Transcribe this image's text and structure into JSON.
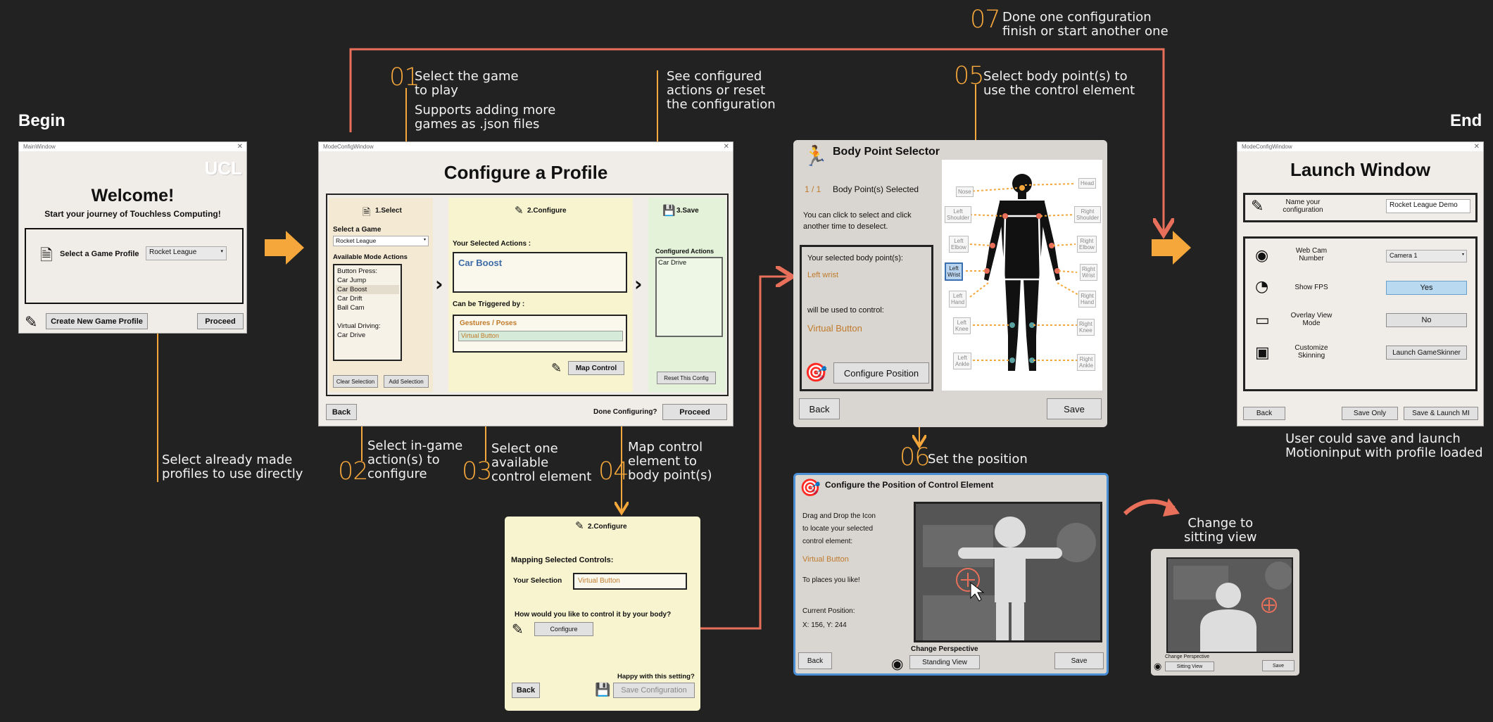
{
  "headings": {
    "begin": "Begin",
    "end": "End"
  },
  "steps": {
    "s01": {
      "num": "01",
      "text": "Select the game\nto play",
      "extra": "Supports adding more\ngames as .json files"
    },
    "s02": {
      "num": "02",
      "text": "Select in-game\naction(s) to\nconfigure"
    },
    "s03": {
      "num": "03",
      "text": "Select one\navailable\ncontrol element"
    },
    "s04": {
      "num": "04",
      "text": "Map control\nelement to\nbody point(s)"
    },
    "s05": {
      "num": "05",
      "text": "Select body point(s) to\nuse the control element"
    },
    "s06": {
      "num": "06",
      "text": "Set the position"
    },
    "s07": {
      "num": "07",
      "text": "Done one configuration\nfinish or start another one"
    },
    "see_configured": "See configured\nactions or reset\nthe configuration",
    "select_profiles": "Select already made\nprofiles to use directly",
    "user_save": "User could save and launch\nMotioninput with profile loaded",
    "change_sitting": "Change to\nsitting view"
  },
  "main": {
    "titlebar": "MainWindow",
    "logo": "UCL",
    "welcome": "Welcome!",
    "subtitle": "Start your journey of Touchless Computing!",
    "select_profile": "Select a Game Profile",
    "profile_value": "Rocket League",
    "create_btn": "Create New Game Profile",
    "proceed_btn": "Proceed"
  },
  "mode": {
    "titlebar": "ModeConfigWindow",
    "title": "Configure a Profile",
    "col1": "1.Select",
    "col2": "2.Configure",
    "col3": "3.Save",
    "select_game": "Select a Game",
    "game_value": "Rocket League",
    "available": "Available Mode Actions",
    "actions": [
      "Button Press:",
      "Car Jump",
      "Car Boost",
      "Car Drift",
      "Ball Cam",
      "",
      "Virtual Driving:",
      "Car Drive"
    ],
    "clear_btn": "Clear Selection",
    "add_btn": "Add Selection",
    "your_selected": "Your Selected Actions :",
    "selected_action": "Car Boost",
    "triggered": "Can be Triggered by :",
    "trig_group": "Gestures / Poses",
    "trig_item": "Virtual Button",
    "map_btn": "Map Control",
    "configured_label": "Configured Actions",
    "configured_item": "Car Drive",
    "reset_btn": "Reset This Config",
    "back_btn": "Back",
    "done_label": "Done Configuring?",
    "proceed_btn": "Proceed"
  },
  "body": {
    "title": "Body Point Selector",
    "count": "1 / 1",
    "count_label": "Body Point(s) Selected",
    "hint": "You can click to select and click\nanother time to deselect.",
    "your_selected": "Your selected body point(s):",
    "point": "Left wrist",
    "used_for": "will be used to control:",
    "control": "Virtual Button",
    "configure_btn": "Configure Position",
    "back_btn": "Back",
    "save_btn": "Save",
    "points": {
      "nose": "Nose",
      "head": "Head",
      "ls": "Left\nShoulder",
      "rs": "Right\nShoulder",
      "le": "Left\nElbow",
      "re": "Right\nElbow",
      "lw": "Left\nWrist",
      "rw": "Right\nWrist",
      "lh": "Left\nHand",
      "rh": "Right\nHand",
      "lk": "Left\nKnee",
      "rk": "Right\nKnee",
      "la": "Left\nAnkle",
      "ra": "Right\nAnkle"
    }
  },
  "launch": {
    "titlebar": "ModeConfigWindow",
    "title": "Launch Window",
    "name_label": "Name your\nconfiguration",
    "name_value": "Rocket League Demo",
    "webcam_label": "Web Cam\nNumber",
    "webcam_value": "Camera 1",
    "fps_label": "Show FPS",
    "fps_value": "Yes",
    "overlay_label": "Overlay View\nMode",
    "overlay_value": "No",
    "skin_label": "Customize\nSkinning",
    "skin_value": "Launch GameSkinner",
    "back_btn": "Back",
    "save_btn": "Save Only",
    "save_launch_btn": "Save & Launch MI"
  },
  "mapping": {
    "col_title": "2.Configure",
    "heading": "Mapping Selected Controls:",
    "your_selection": "Your Selection",
    "selection_value": "Virtual Button",
    "question": "How would you like to control it by your body?",
    "configure_btn": "Configure",
    "happy": "Happy with this setting?",
    "back_btn": "Back",
    "save_btn": "Save Configuration"
  },
  "position": {
    "title": "Configure the Position of Control Element",
    "instr": "Drag and Drop the Icon\nto locate your selected\ncontrol element:",
    "element": "Virtual Button",
    "places": "To places you like!",
    "current": "Current Position:",
    "coords": "X: 156, Y: 244",
    "perspective": "Change Perspective",
    "view_btn": "Standing View",
    "back_btn": "Back",
    "save_btn": "Save"
  },
  "sitting": {
    "perspective": "Change Perspective",
    "view_btn": "Sitting View",
    "save_btn": "Save"
  },
  "colors": {
    "orange": "#f5a73b",
    "red": "#e8705a",
    "accent_text": "#c07a2b",
    "blue_frame": "#4a8fd6"
  }
}
